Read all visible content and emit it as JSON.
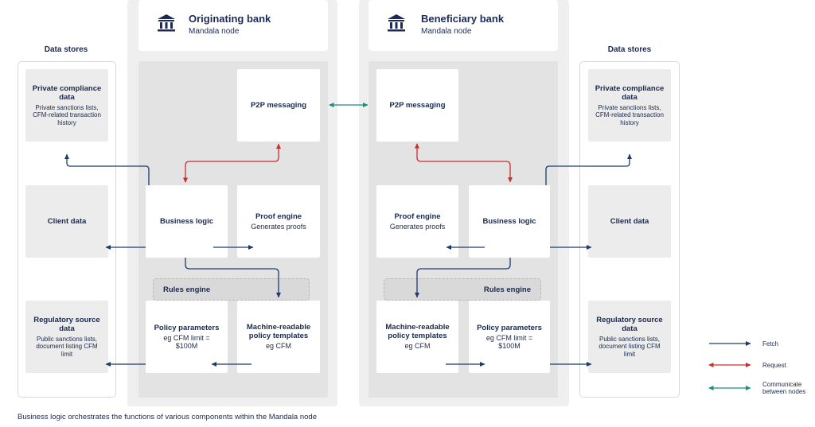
{
  "colors": {
    "fetch": "#1f3b6e",
    "request": "#c8302f",
    "communicate": "#1a8f7a"
  },
  "originating": {
    "title": "Originating bank",
    "subtitle": "Mandala node",
    "icon": "bank-icon",
    "p2p": "P2P messaging",
    "business": "Business logic",
    "proof_title": "Proof engine",
    "proof_sub": "Generates proofs",
    "rules": "Rules engine",
    "policy_title": "Policy parameters",
    "policy_sub": "eg CFM limit = $100M",
    "machine_title": "Machine-readable policy templates",
    "machine_sub": "eg CFM"
  },
  "beneficiary": {
    "title": "Beneficiary bank",
    "subtitle": "Mandala node",
    "icon": "bank-icon",
    "p2p": "P2P messaging",
    "business": "Business logic",
    "proof_title": "Proof engine",
    "proof_sub": "Generates proofs",
    "rules": "Rules engine",
    "policy_title": "Policy parameters",
    "policy_sub": "eg CFM limit = $100M",
    "machine_title": "Machine-readable policy templates",
    "machine_sub": "eg CFM"
  },
  "stores_left": {
    "heading": "Data stores",
    "private_title": "Private compliance data",
    "private_sub": "Private sanctions lists, CFM-related transaction history",
    "client_title": "Client data",
    "reg_title": "Regulatory source data",
    "reg_sub": "Public sanctions lists, document listing CFM limit"
  },
  "stores_right": {
    "heading": "Data stores",
    "private_title": "Private compliance data",
    "private_sub": "Private sanctions lists, CFM-related transaction history",
    "client_title": "Client data",
    "reg_title": "Regulatory source data",
    "reg_sub": "Public sanctions lists, document listing CFM limit"
  },
  "legend": {
    "fetch": "Fetch",
    "request": "Request",
    "communicate": "Communicate between nodes"
  },
  "caption": "Business logic orchestrates the functions of various components within the Mandala node"
}
